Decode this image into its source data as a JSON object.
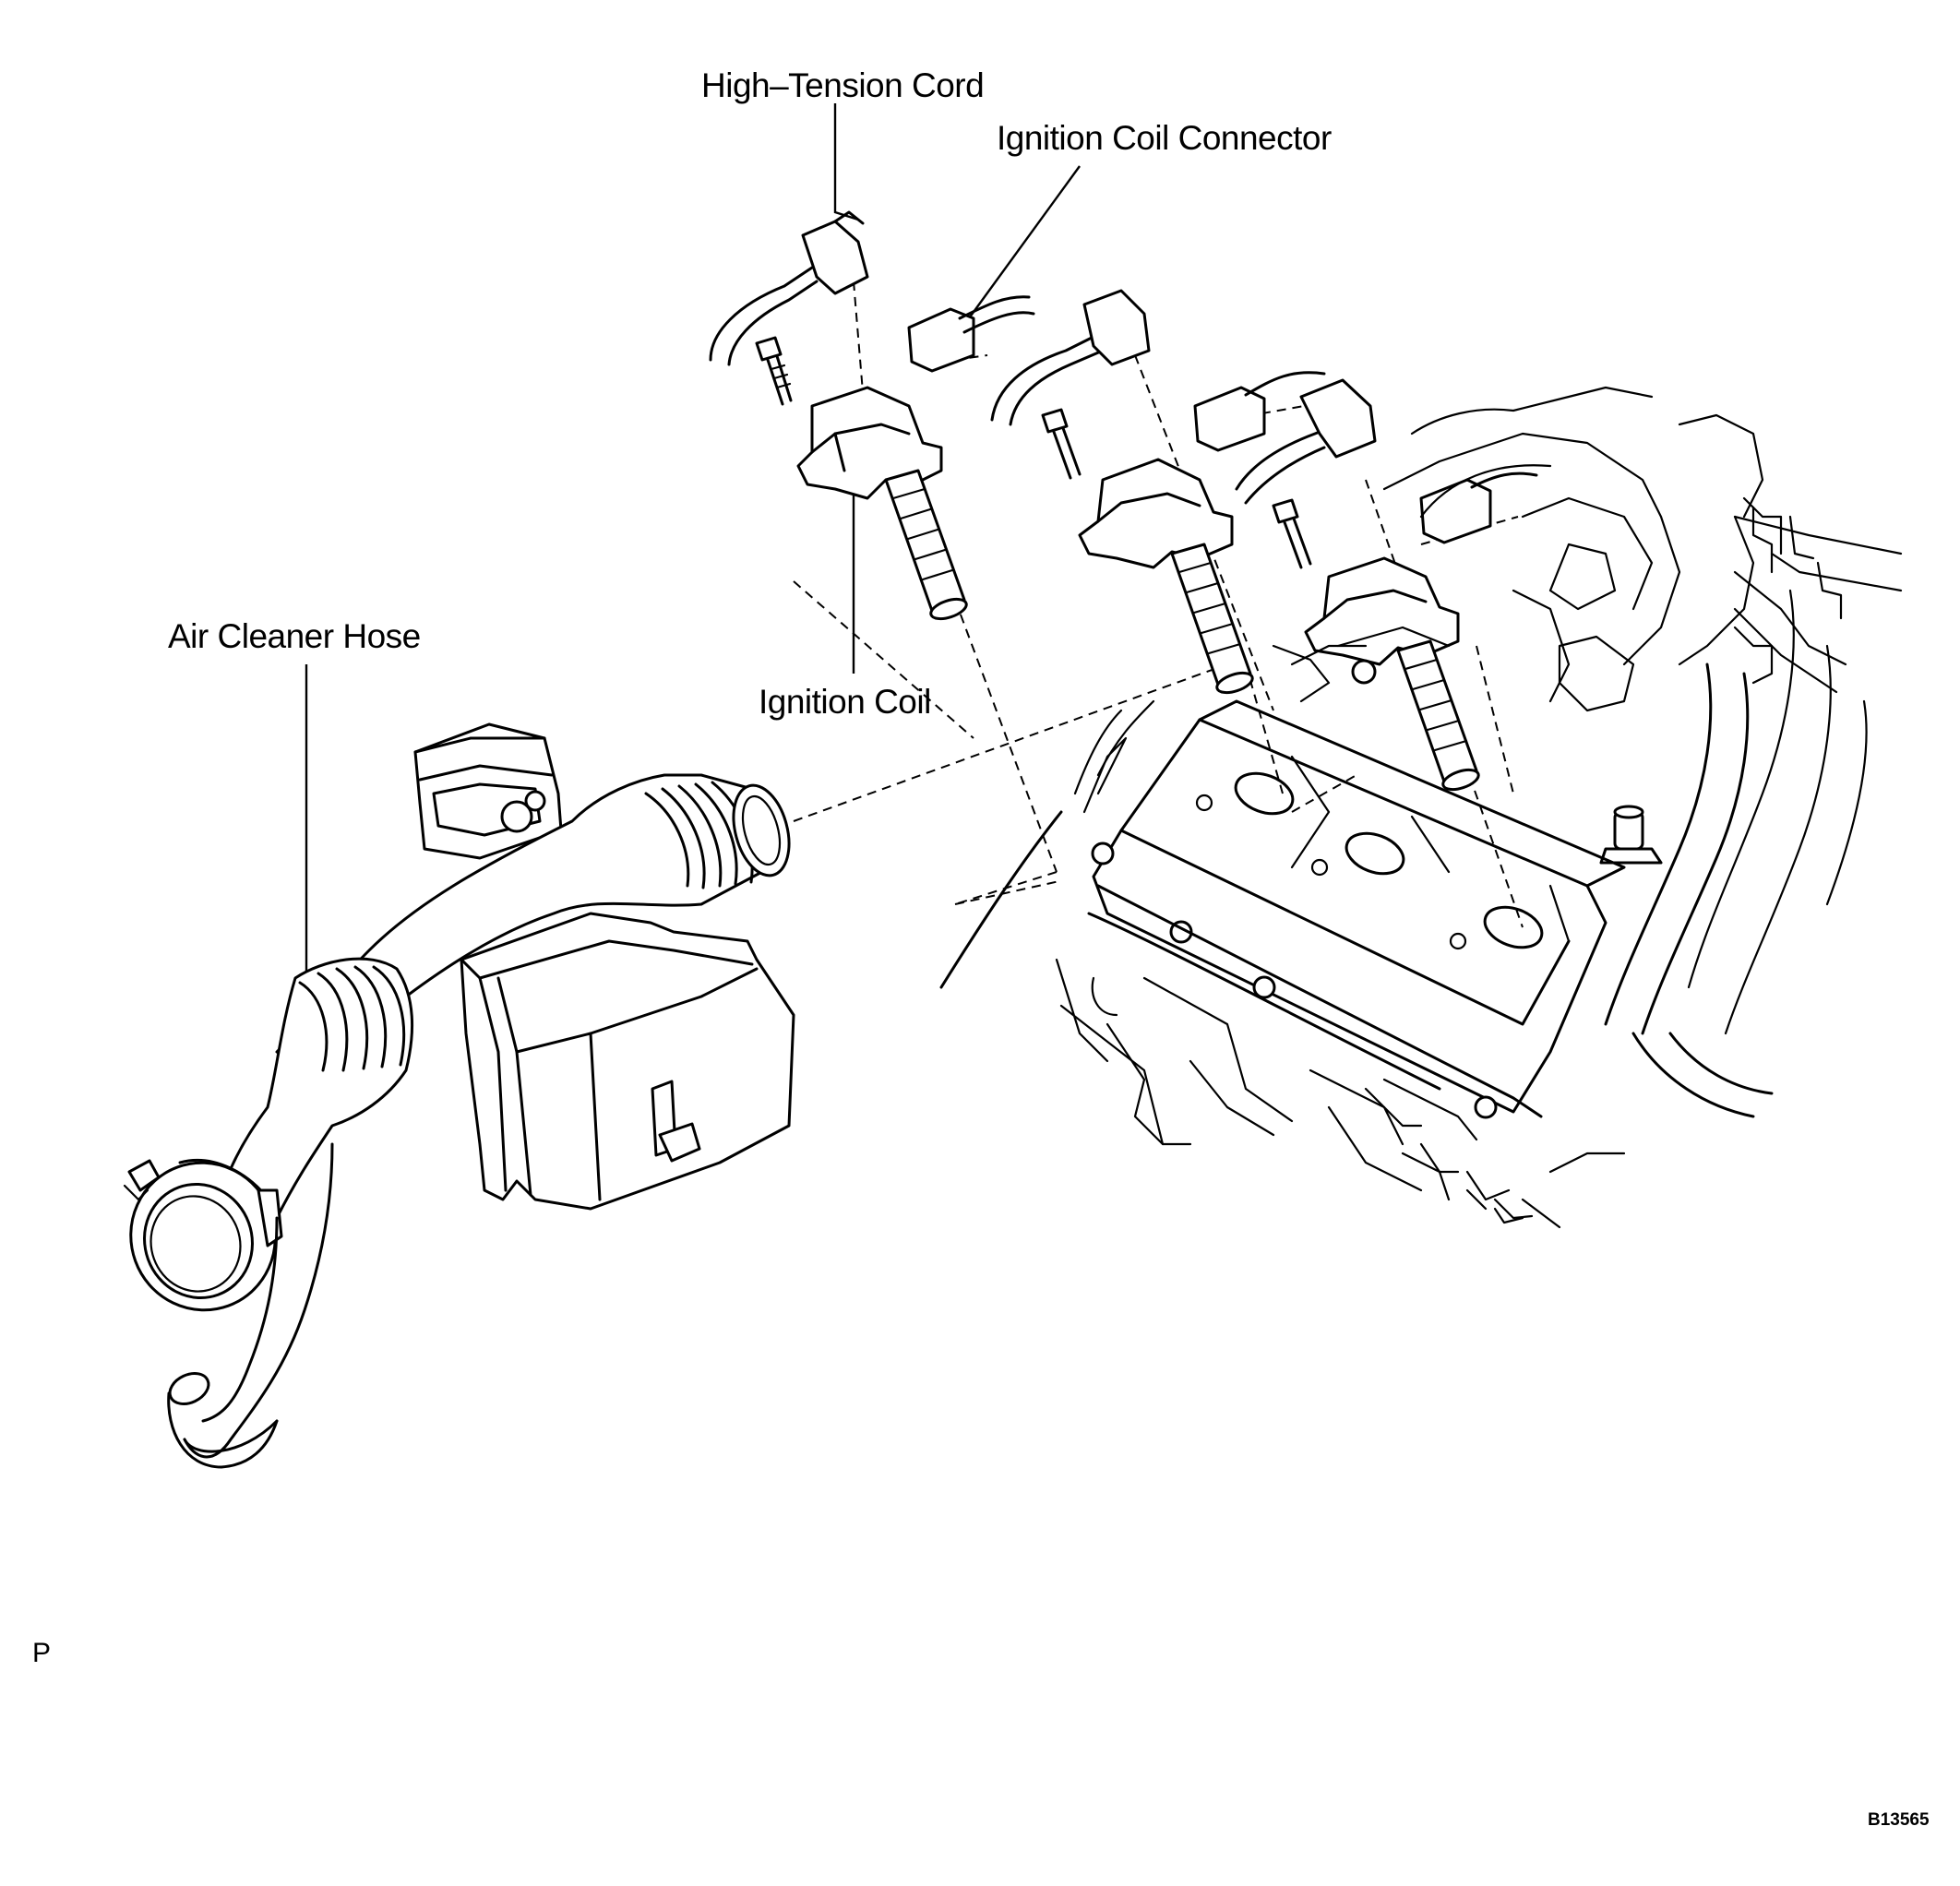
{
  "labels": {
    "high_tension_cord": "High–Tension Cord",
    "ignition_coil_connector": "Ignition Coil Connector",
    "air_cleaner_hose": "Air Cleaner Hose",
    "ignition_coil": "Ignition Coil"
  },
  "markers": {
    "corner_letter": "P",
    "figure_code": "B13565"
  }
}
